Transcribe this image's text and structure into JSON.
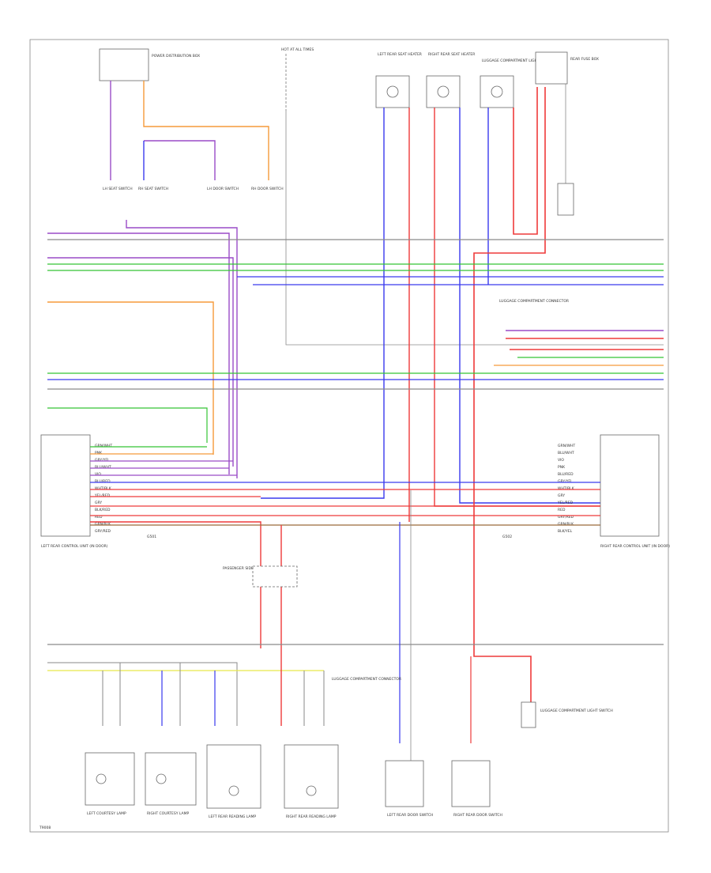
{
  "diagram": {
    "top_components": [
      {
        "id": "c1",
        "label": "POWER DISTRIBUTION BOX"
      },
      {
        "id": "c2",
        "label": "HOT AT ALL TIMES"
      },
      {
        "id": "c3",
        "label": "LEFT REAR SEAT HEATER"
      },
      {
        "id": "c4",
        "label": "RIGHT REAR SEAT HEATER"
      },
      {
        "id": "c5",
        "label": "LUGGAGE COMPARTMENT LIGHT"
      },
      {
        "id": "c6",
        "label": "REAR FUSE BOX"
      }
    ],
    "mid_switches": [
      {
        "id": "s1",
        "label": "LH SEAT SWITCH"
      },
      {
        "id": "s2",
        "label": "RH SEAT SWITCH"
      },
      {
        "id": "s3",
        "label": "LH DOOR SWITCH"
      },
      {
        "id": "s4",
        "label": "RH DOOR SWITCH"
      }
    ],
    "left_connector_labels": [
      "GRN/WHT",
      "PNK",
      "GRY/YEL",
      "BLU/WHT",
      "VIO",
      "BLU/RED",
      "WHT/BLK",
      "YEL/RED",
      "GRY",
      "BLK/RED",
      "RED",
      "GRN/BLK",
      "GRY/RED"
    ],
    "right_connector_labels": [
      "GRN/WHT",
      "BLU/WHT",
      "VIO",
      "PNK",
      "BLU/RED",
      "GRY/YEL",
      "WHT/BLK",
      "GRY",
      "YEL/RED",
      "RED",
      "GRY/RED",
      "GRN/BLK",
      "BLK/YEL"
    ],
    "left_module": "LEFT REAR CONTROL UNIT (IN DOOR)",
    "right_module": "RIGHT REAR CONTROL UNIT (IN DOOR)",
    "ground_left": "G501",
    "ground_right": "G502",
    "center_cluster": "LUGGAGE COMPARTMENT CONNECTOR",
    "center_label": "PASSENGER SIDE FUSE BOX",
    "bottom_components": [
      {
        "id": "b1",
        "label": "LEFT COURTESY LAMP"
      },
      {
        "id": "b2",
        "label": "RIGHT COURTESY LAMP"
      },
      {
        "id": "b3",
        "label": "LEFT REAR READING LAMP"
      },
      {
        "id": "b4",
        "label": "RIGHT REAR READING LAMP"
      },
      {
        "id": "b5",
        "label": "LEFT REAR DOOR SWITCH"
      },
      {
        "id": "b6",
        "label": "RIGHT REAR DOOR SWITCH"
      },
      {
        "id": "b7",
        "label": "LUGGAGE COMPARTMENT LIGHT SWITCH"
      }
    ],
    "right_side_note": "LUGGAGE COMPARTMENT CONNECTOR",
    "footer_code": "T9008"
  },
  "colors": {
    "purple": "#9a4cc7",
    "blue": "#3a3aee",
    "red": "#ee3a3a",
    "green": "#35c435",
    "orange": "#f59a3a",
    "yellow": "#e6e64a",
    "gray": "#8a8a8a",
    "brown": "#9a6a3a"
  }
}
